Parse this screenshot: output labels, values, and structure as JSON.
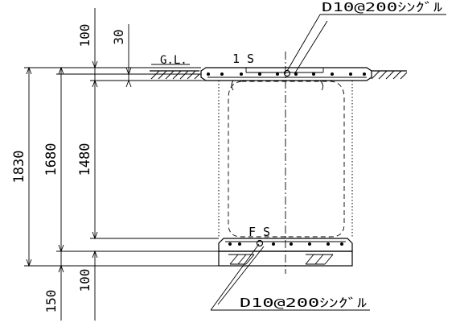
{
  "labels": {
    "top_rebar": "D10@200ｼﾝｸﾞﾙ",
    "bottom_rebar": "D10@200ｼﾝｸﾞﾙ",
    "ground_level": "G.L.",
    "top_slab": "1 S",
    "floor_slab": "F S"
  },
  "dimensions": {
    "cover_total": "100",
    "cover_soil": "30",
    "total_height": "1830",
    "wall_height": "1680",
    "inner_height": "1480",
    "bottom_left": "150",
    "bottom_right": "100"
  }
}
